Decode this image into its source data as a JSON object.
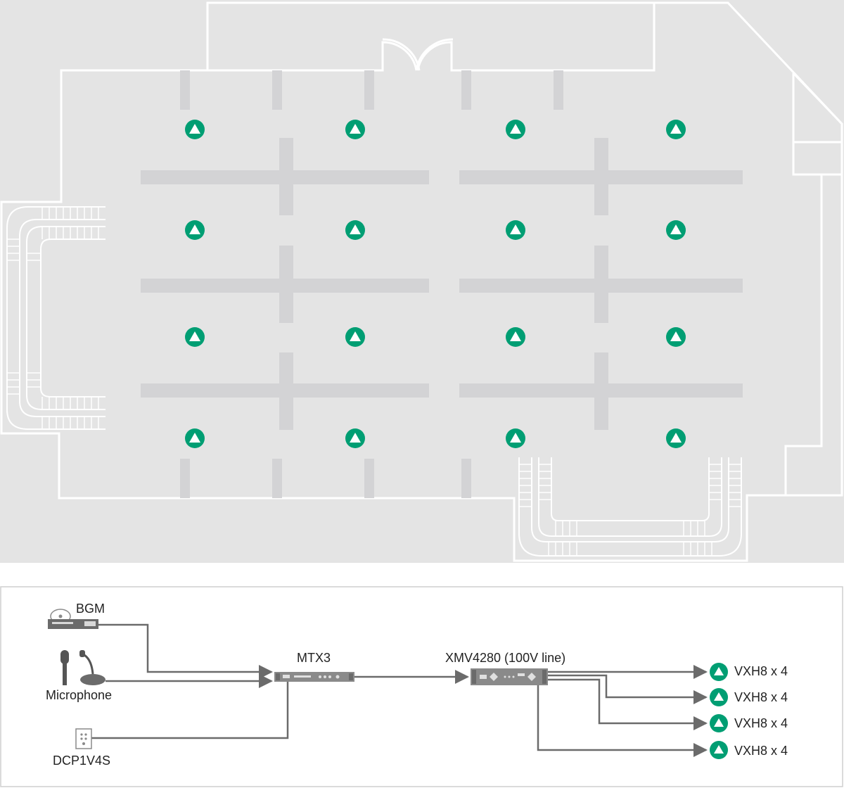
{
  "colors": {
    "floor_bg": "#e4e4e4",
    "wall": "#ffffff",
    "furniture": "#d3d3d5",
    "speaker": "#009e73",
    "line": "#6b6b6b",
    "device": "#8a8a8a",
    "diagram_border": "#cfcfcf"
  },
  "speaker_icon": "speaker-triangle-icon",
  "floorplan": {
    "speaker_grid": {
      "rows": 4,
      "columns": 4,
      "model": "VXH8"
    }
  },
  "diagram": {
    "sources": {
      "bgm": {
        "label": "BGM",
        "icon": "cd-player-icon"
      },
      "microphone": {
        "label": "Microphone",
        "icons": [
          "handheld-mic-icon",
          "desk-mic-icon"
        ]
      },
      "dcp": {
        "label": "DCP1V4S",
        "icon": "wall-controller-icon"
      }
    },
    "processor": {
      "label": "MTX3",
      "icon": "rack-processor-icon"
    },
    "amplifier": {
      "label": "XMV4280 (100V line)",
      "icon": "rack-amplifier-icon"
    },
    "outputs": [
      {
        "label": "VXH8 x 4"
      },
      {
        "label": "VXH8 x 4"
      },
      {
        "label": "VXH8 x 4"
      },
      {
        "label": "VXH8 x 4"
      }
    ]
  }
}
